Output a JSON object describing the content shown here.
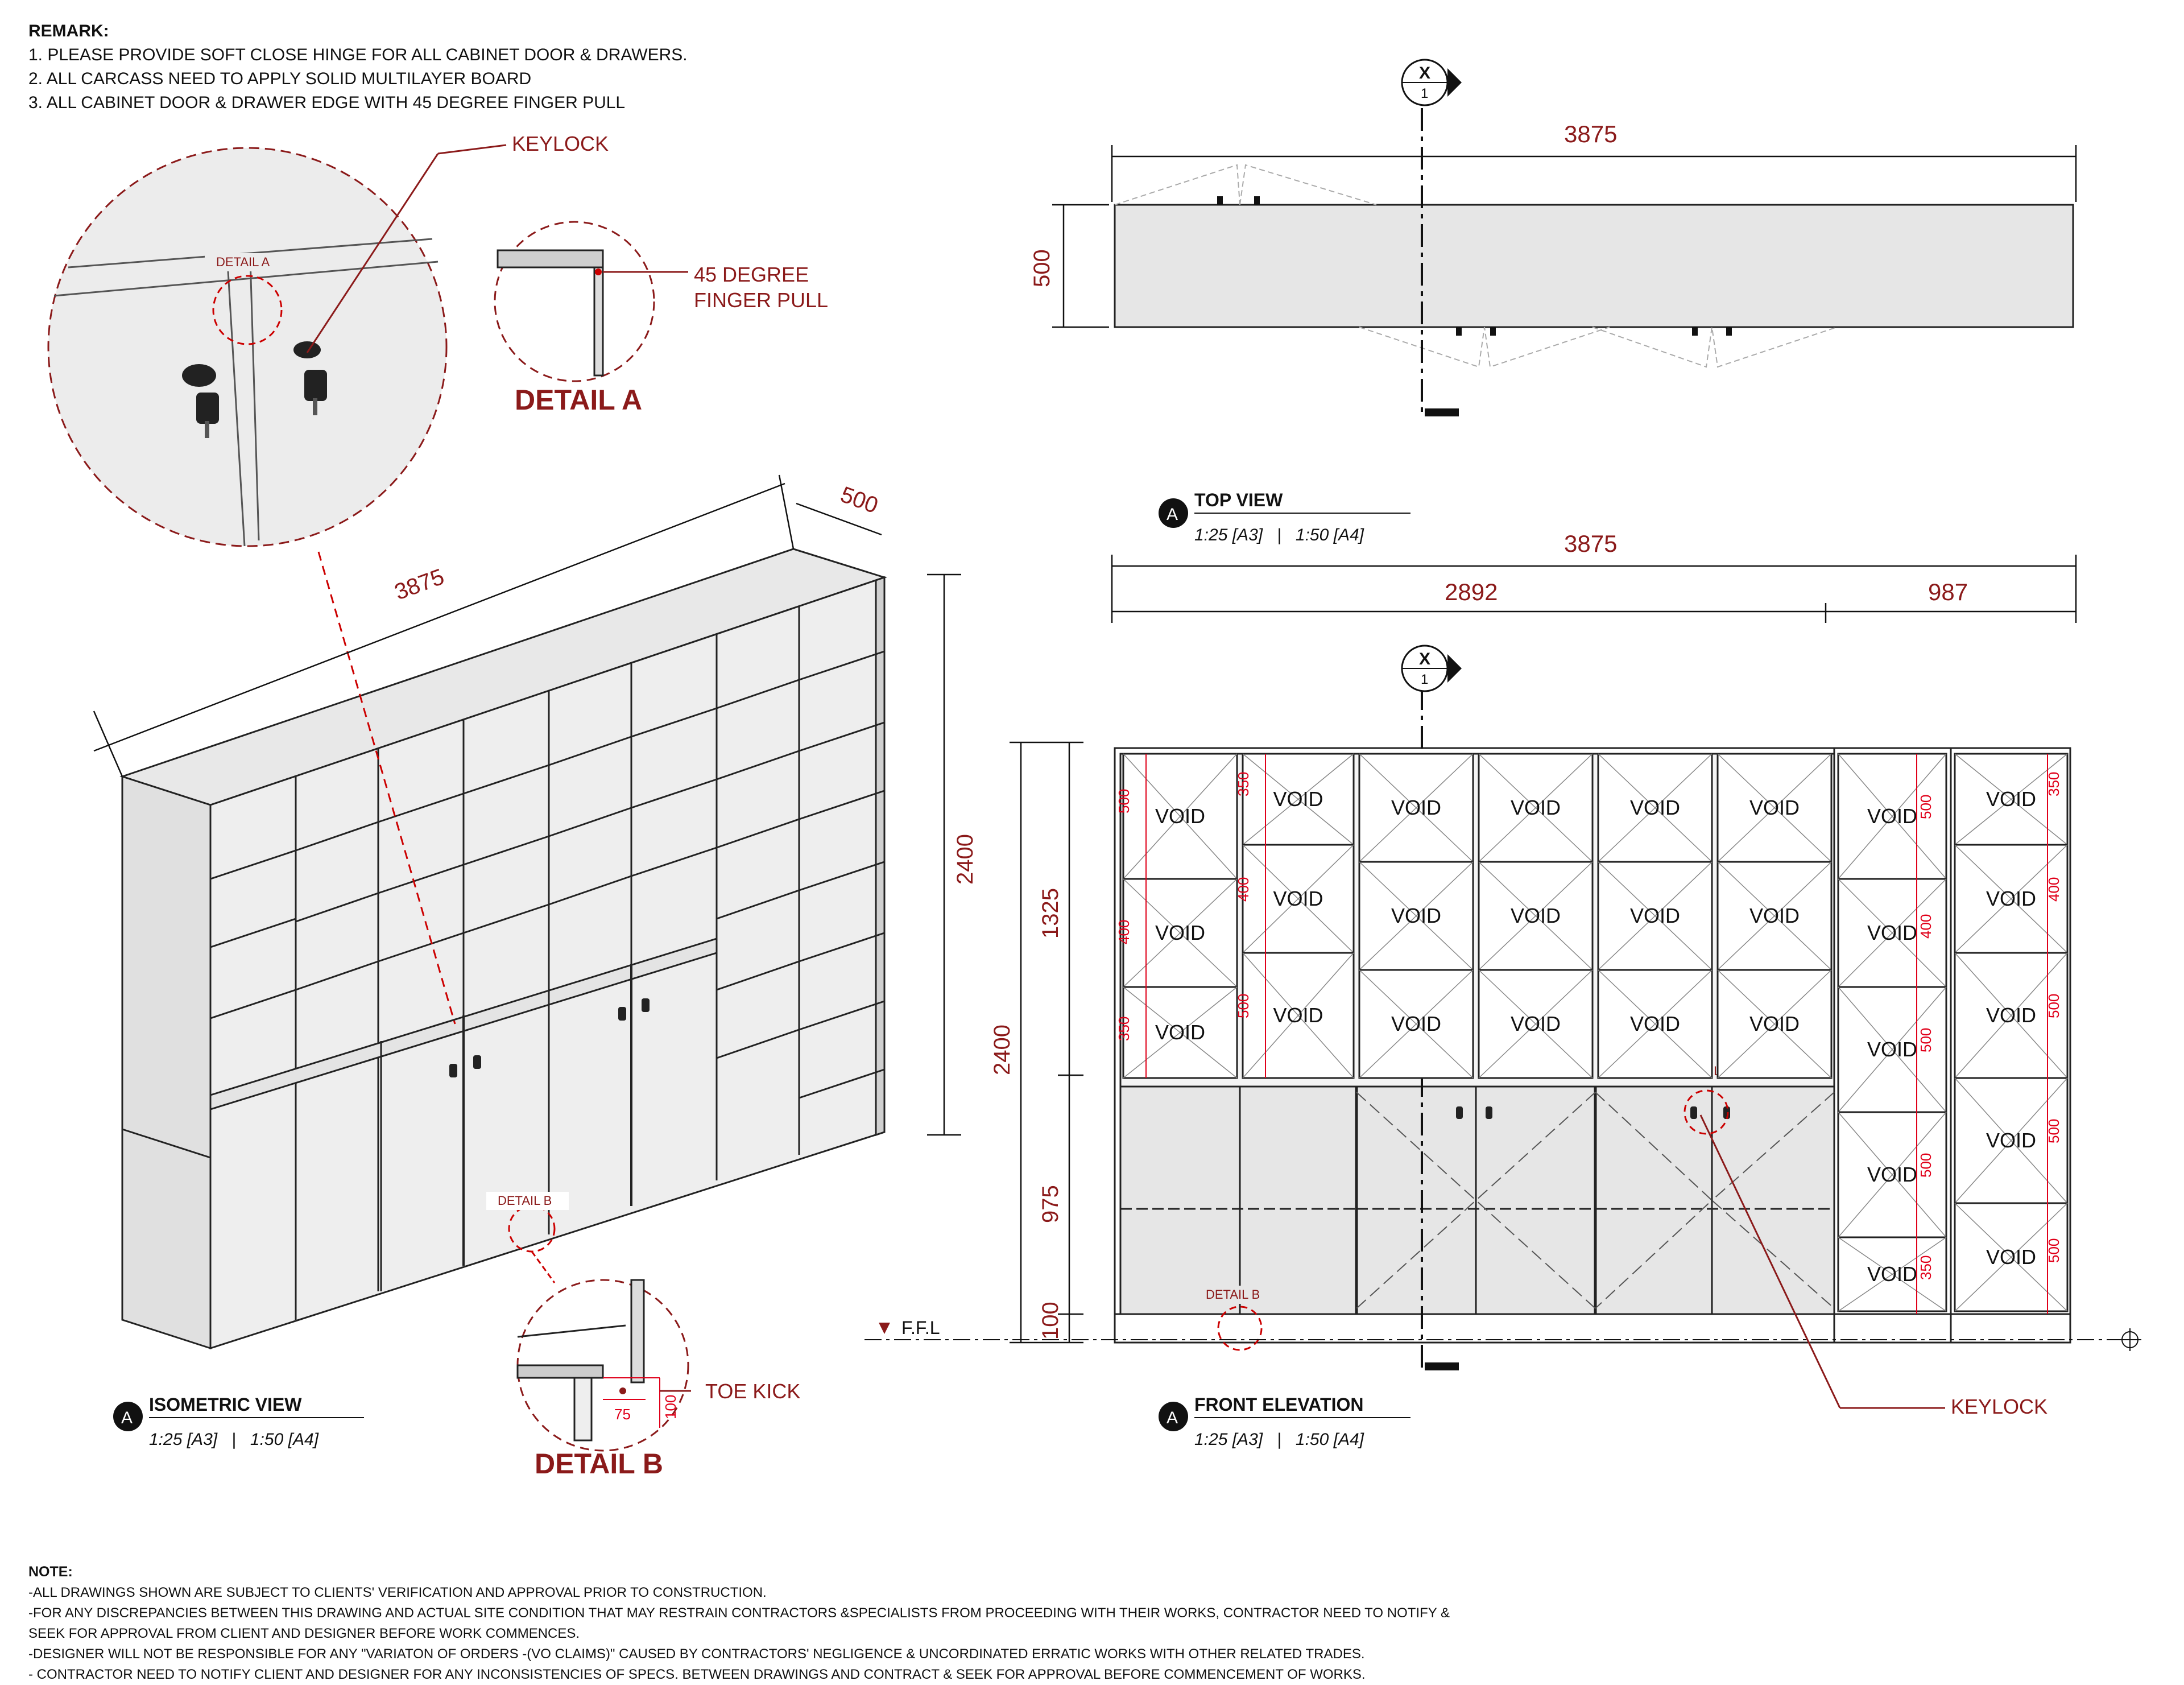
{
  "remark": {
    "title": "REMARK:",
    "items": [
      "1. PLEASE PROVIDE SOFT CLOSE HINGE FOR ALL CABINET DOOR & DRAWERS.",
      "2. ALL CARCASS NEED TO APPLY SOLID MULTILAYER BOARD",
      "3. ALL CABINET DOOR & DRAWER EDGE WITH 45 DEGREE FINGER PULL"
    ]
  },
  "callouts": {
    "keylock": "KEYLOCK",
    "detail_a_tag": "DETAIL A",
    "detail_b_tag": "DETAIL B",
    "finger_pull_1": "45 DEGREE",
    "finger_pull_2": "FINGER PULL",
    "detail_a_title": "DETAIL A",
    "detail_b_title": "DETAIL B",
    "toe_kick": "TOE KICK",
    "toe_75": "75",
    "toe_100": "100",
    "ffl": "F.F.L",
    "section_mark_letter": "X",
    "section_mark_number": "1"
  },
  "dimensions": {
    "overall_width": "3875",
    "depth": "500",
    "height": "2400",
    "left_width": "2892",
    "right_width": "987",
    "upper_height": "1325",
    "lower_height": "975",
    "plinth": "100",
    "top_view_depth": "500",
    "cube_350": "350",
    "cube_400": "400",
    "cube_500": "500"
  },
  "views": {
    "iso": {
      "badge": "A",
      "title": "ISOMETRIC VIEW",
      "scale": "1:25 [A3]   |   1:50 [A4]"
    },
    "top": {
      "badge": "A",
      "title": "TOP VIEW",
      "scale": "1:25 [A3]   |   1:50 [A4]"
    },
    "front": {
      "badge": "A",
      "title": "FRONT ELEVATION",
      "scale": "1:25 [A3]   |   1:50 [A4]"
    }
  },
  "void_label": "VOID",
  "note": {
    "title": "NOTE:",
    "lines": [
      "-ALL DRAWINGS SHOWN ARE SUBJECT TO CLIENTS' VERIFICATION AND APPROVAL PRIOR TO CONSTRUCTION.",
      "-FOR ANY DISCREPANCIES BETWEEN THIS DRAWING AND ACTUAL SITE CONDITION THAT MAY RESTRAIN CONTRACTORS &SPECIALISTS FROM PROCEEDING WITH THEIR WORKS, CONTRACTOR NEED TO NOTIFY &",
      "SEEK FOR APPROVAL FROM CLIENT AND DESIGNER BEFORE WORK COMMENCES.",
      "-DESIGNER WILL NOT BE RESPONSIBLE FOR ANY \"VARIATON OF ORDERS -(VO CLAIMS)\" CAUSED BY CONTRACTORS' NEGLIGENCE & UNCORDINATED ERRATIC WORKS WITH OTHER RELATED TRADES.",
      "- CONTRACTOR NEED TO NOTIFY CLIENT AND DESIGNER FOR ANY INCONSISTENCIES OF SPECS. BETWEEN DRAWINGS AND CONTRACT & SEEK FOR APPROVAL BEFORE COMMENCEMENT OF WORKS."
    ]
  },
  "colors": {
    "line": "#1a1a1a",
    "accent": "#8b1a1a",
    "dim_red": "#e0001a",
    "panel": "#e6e6e6"
  }
}
